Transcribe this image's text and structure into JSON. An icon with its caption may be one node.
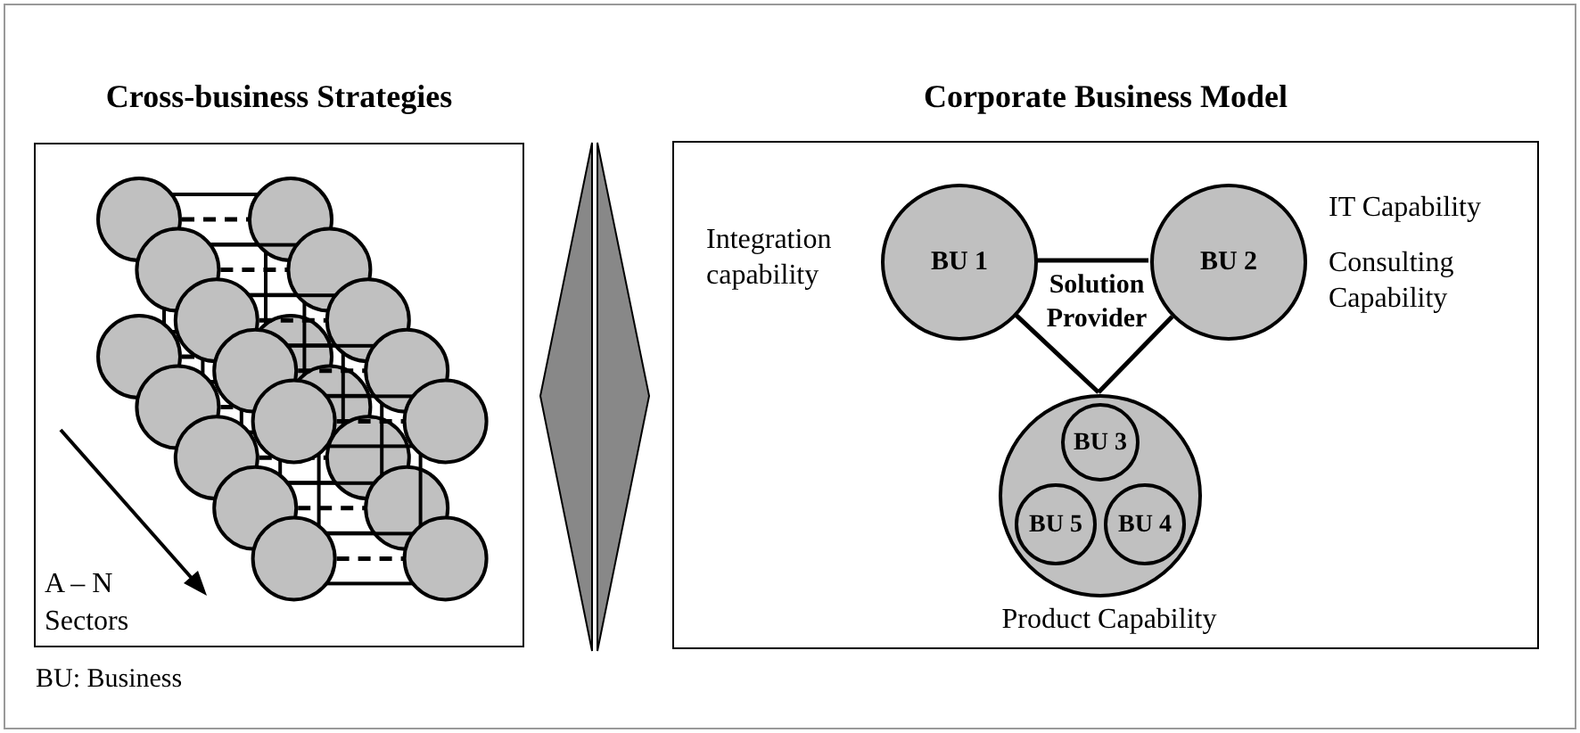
{
  "diagram": {
    "nodes": [
      {
        "text": [
          "Cross-business Strategies"
        ]
      },
      {
        "text": [
          "Corporate Business Model"
        ]
      },
      {
        "text": [
          "BU 1"
        ],
        "in": 1,
        "beside": [
          "Integration capability"
        ]
      },
      {
        "text": [
          "BU 2"
        ],
        "in": 1,
        "beside": [
          "IT Capability",
          "Consulting Capability"
        ]
      },
      {
        "text": [],
        "shape": "circle",
        "in": 1,
        "beside": [
          "Product Capability"
        ]
      },
      {
        "text": [
          "BU 3"
        ],
        "in": 4
      },
      {
        "text": [
          "BU 5"
        ],
        "in": 4
      },
      {
        "text": [
          "BU 4"
        ],
        "in": 4
      }
    ],
    "edges": [
      {
        "from": 2,
        "to": 3,
        "arrow": "none"
      },
      {
        "from": 2,
        "to": 4,
        "arrow": "none"
      },
      {
        "from": 3,
        "to": 4,
        "arrow": "none"
      }
    ],
    "labels": [
      "Solution Provider",
      "A – N Sectors",
      "BU: Business"
    ]
  }
}
